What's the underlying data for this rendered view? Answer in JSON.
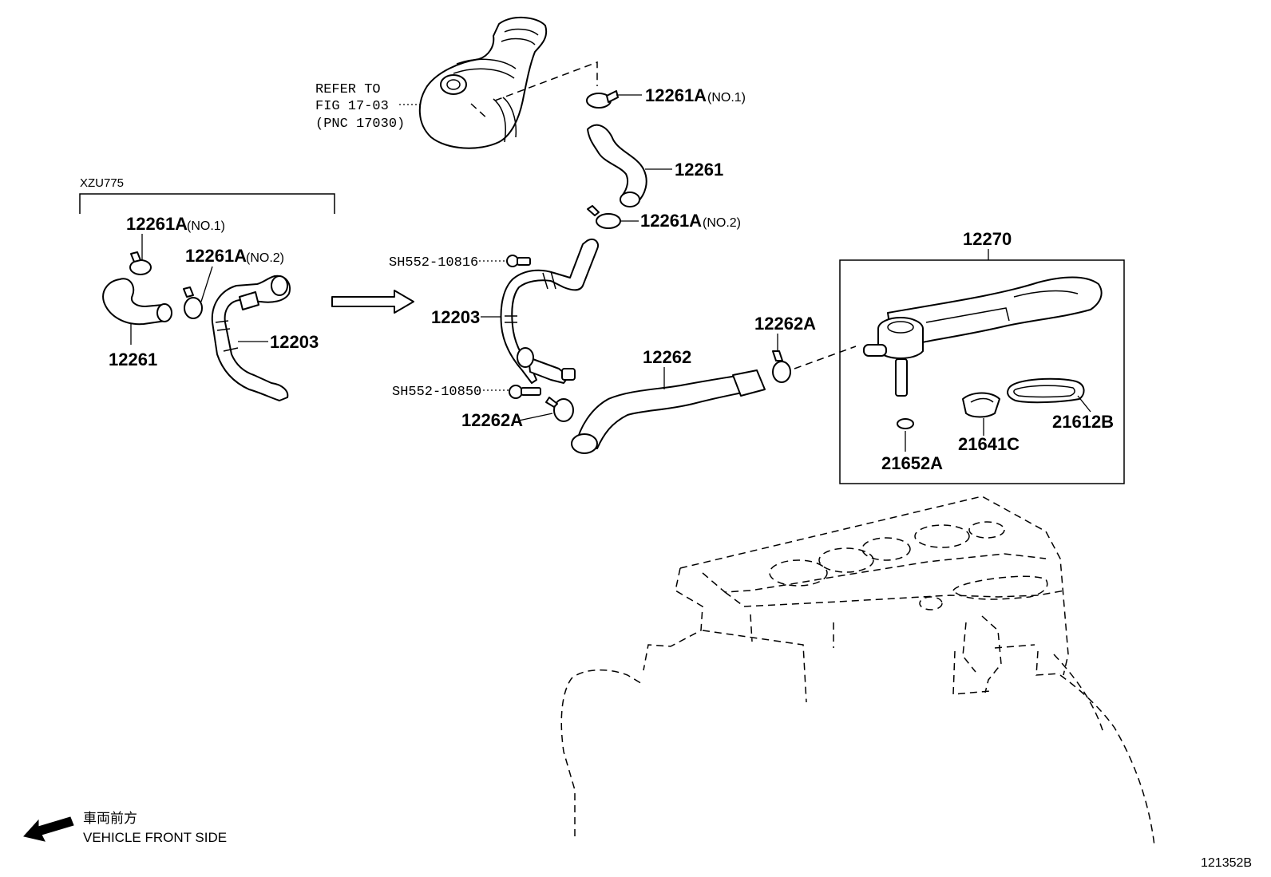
{
  "labels": {
    "refer_line1": "REFER TO",
    "refer_line2": "FIG 17-03",
    "refer_line3": "(PNC 17030)",
    "variant": "XZU775",
    "left_clamp1": "12261A",
    "left_clamp1_suffix": "(NO.1)",
    "left_clamp2": "12261A",
    "left_clamp2_suffix": "(NO.2)",
    "left_hose": "12261",
    "left_pipe": "12203",
    "top_clamp1": "12261A",
    "top_clamp1_suffix": "(NO.1)",
    "top_hose": "12261",
    "top_clamp2": "12261A",
    "top_clamp2_suffix": "(NO.2)",
    "bolt1": "SH552-10816",
    "pipe": "12203",
    "bolt2": "SH552-10850",
    "clamp_bottom": "12262A",
    "hose_main": "12262",
    "clamp_right": "12262A",
    "assembly": "12270",
    "part_a": "21652A",
    "part_b": "21641C",
    "part_c": "21612B",
    "front_jp": "車両前方",
    "front_en": "VEHICLE FRONT SIDE",
    "figure_id": "121352B"
  },
  "icons": {
    "arrow_right": "arrow-right-icon",
    "front_arrow": "arrow-left-down-icon"
  }
}
